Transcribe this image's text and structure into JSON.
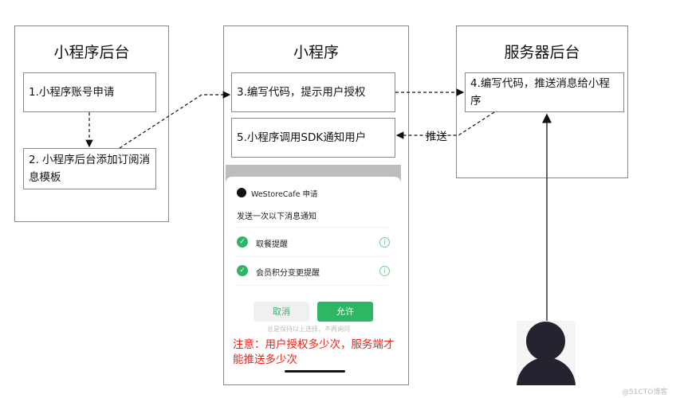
{
  "panels": {
    "admin": {
      "title": "小程序后台",
      "step1": "1.小程序账号申请",
      "step2": "2. 小程序后台添加订阅消息模板"
    },
    "miniprogram": {
      "title": "小程序",
      "step3": "3.编写代码，提示用户授权",
      "step5": "5.小程序调用SDK通知用户"
    },
    "server": {
      "title": "服务器后台",
      "step4": "4.编写代码，推送消息给小程序"
    }
  },
  "push_label": "推送",
  "dialog": {
    "app_name": "WeStoreCafe 申请",
    "subtitle": "发送一次以下消息通知",
    "items": [
      {
        "label": "取餐提醒",
        "checked": true
      },
      {
        "label": "会员积分变更提醒",
        "checked": true
      }
    ],
    "cancel": "取消",
    "allow": "允许",
    "remember": "总是保持以上选择，不再询问"
  },
  "note": "注意：用户授权多少次，服务端才能推送多少次",
  "watermark": "@51CTO博客",
  "icons": {
    "user": "person-icon",
    "check": "check-circle-icon",
    "info": "info-icon"
  },
  "colors": {
    "accent": "#2db764",
    "note": "#e8231c",
    "person": "#25232f"
  }
}
